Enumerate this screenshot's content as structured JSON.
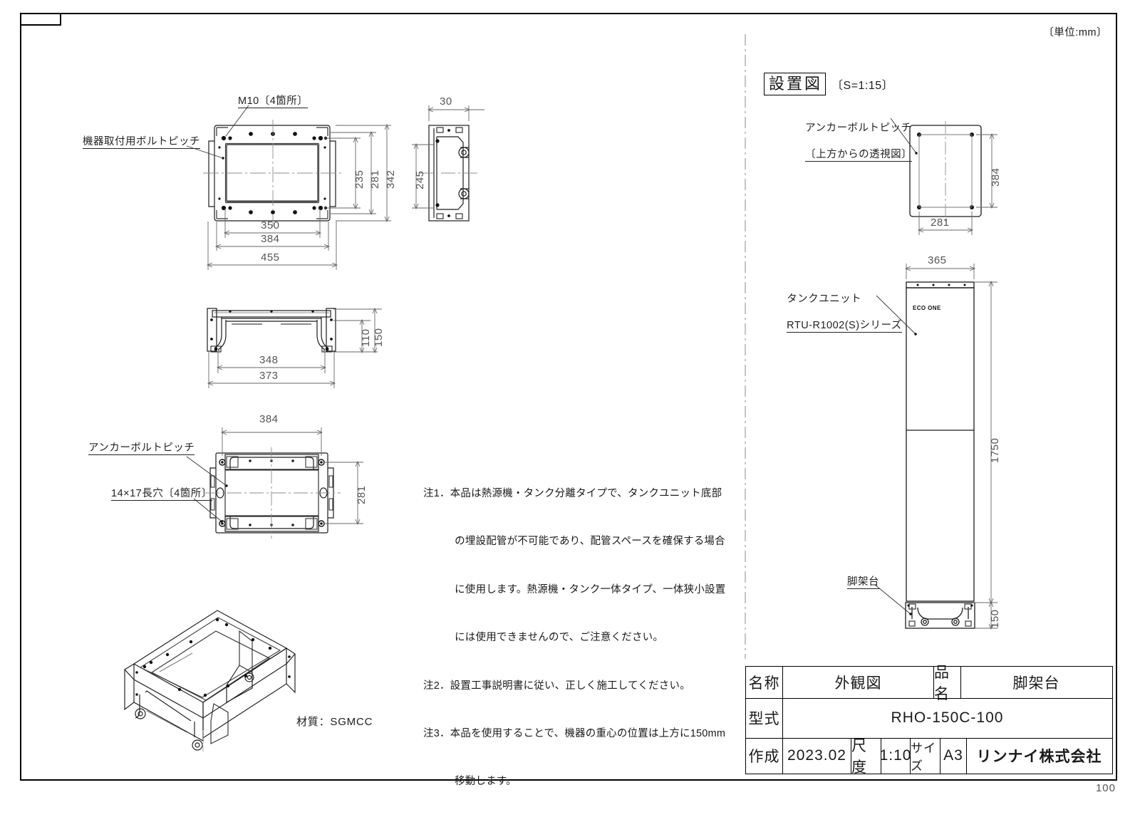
{
  "sheet": {
    "unit_note": "〔単位:mm〕",
    "page_number": "100",
    "material_note": "材質：SGMCC"
  },
  "views": {
    "top_view": {
      "labels": {
        "m10": "M10〔4箇所〕",
        "bolt_pitch": "機器取付用ボルトピッチ"
      },
      "dims": {
        "d235": "235",
        "d281": "281",
        "d342": "342",
        "d350": "350",
        "d384": "384",
        "d455": "455"
      }
    },
    "side_view": {
      "dims": {
        "d30": "30",
        "d245": "245"
      }
    },
    "front_view": {
      "dims": {
        "d110": "110",
        "d150": "150",
        "d348": "348",
        "d373": "373"
      }
    },
    "bottom_view": {
      "labels": {
        "anchor_pitch": "アンカーボルトピッチ",
        "slot": "14×17長穴〔4箇所〕"
      },
      "dims": {
        "d384": "384",
        "d281": "281"
      }
    },
    "isometric": {
      "caption": ""
    }
  },
  "notes": {
    "lines": [
      "注1．本品は熱源機・タンク分離タイプで、タンクユニット底部",
      "　　　の埋設配管が不可能であり、配管スペースを確保する場合",
      "　　　に使用します。熱源機・タンク一体タイプ、一体狭小設置",
      "　　　には使用できませんので、ご注意ください。",
      "注2．設置工事説明書に従い、正しく施工してください。",
      "注3．本品を使用することで、機器の重心の位置は上方に150mm",
      "　　　移動します。"
    ]
  },
  "installation": {
    "title": "設置図",
    "scale": "〔S=1:15〕",
    "anchor_label_line1": "アンカーボルトピッチ",
    "anchor_label_line2": "〔上方からの透視図〕",
    "plan_dims": {
      "width": "281",
      "depth": "384"
    },
    "tank_label_line1": "タンクユニット",
    "tank_label_line2": "RTU-R1002(S)シリーズ",
    "tank_logo": "ECO ONE",
    "stand_label": "脚架台",
    "elevation_dims": {
      "width": "365",
      "tank_height": "1750",
      "stand_height": "150"
    }
  },
  "title_block": {
    "name_label": "名称",
    "name_value": "外観図",
    "part_label": "品名",
    "part_value": "脚架台",
    "model_label": "型式",
    "model_value": "RHO-150C-100",
    "date_label": "作成",
    "date_value": "2023.02",
    "scale_label": "尺度",
    "scale_value": "1:10",
    "size_label": "サイズ",
    "size_value": "A3",
    "company": "リンナイ株式会社"
  }
}
